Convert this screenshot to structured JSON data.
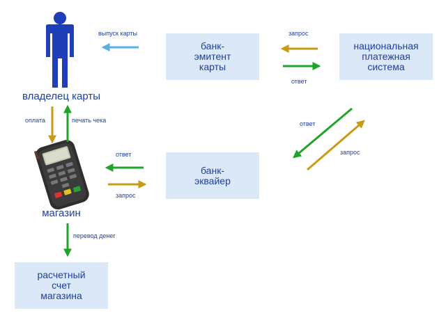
{
  "nodes": {
    "cardholder": "владелец карты",
    "issuer_bank": "банк-\nэмитент\nкарты",
    "payment_system": "национальная\nплатежная\nсистема",
    "acquirer_bank": "банк-\nэквайер",
    "store": "магазин",
    "store_account": "расчетный\nсчет\nмагазина"
  },
  "edges": {
    "card_issue": "выпуск карты",
    "issuer_to_system_request": "запрос",
    "system_to_issuer_response": "ответ",
    "system_to_acquirer_response": "ответ",
    "acquirer_to_system_request": "запрос",
    "acquirer_to_store_response": "ответ",
    "store_to_acquirer_request": "запрос",
    "payment": "оплата",
    "receipt_print": "печать чека",
    "money_transfer": "перевод денег"
  },
  "icons": {
    "person": "person-icon",
    "terminal": "card-terminal-icon"
  },
  "colors": {
    "box_fill": "#dbe8f7",
    "text": "#1f3f9c",
    "person": "#1f3fb8",
    "arrow_green": "#1fa32a",
    "arrow_gold": "#c99a16",
    "arrow_blue": "#5aaee0"
  }
}
